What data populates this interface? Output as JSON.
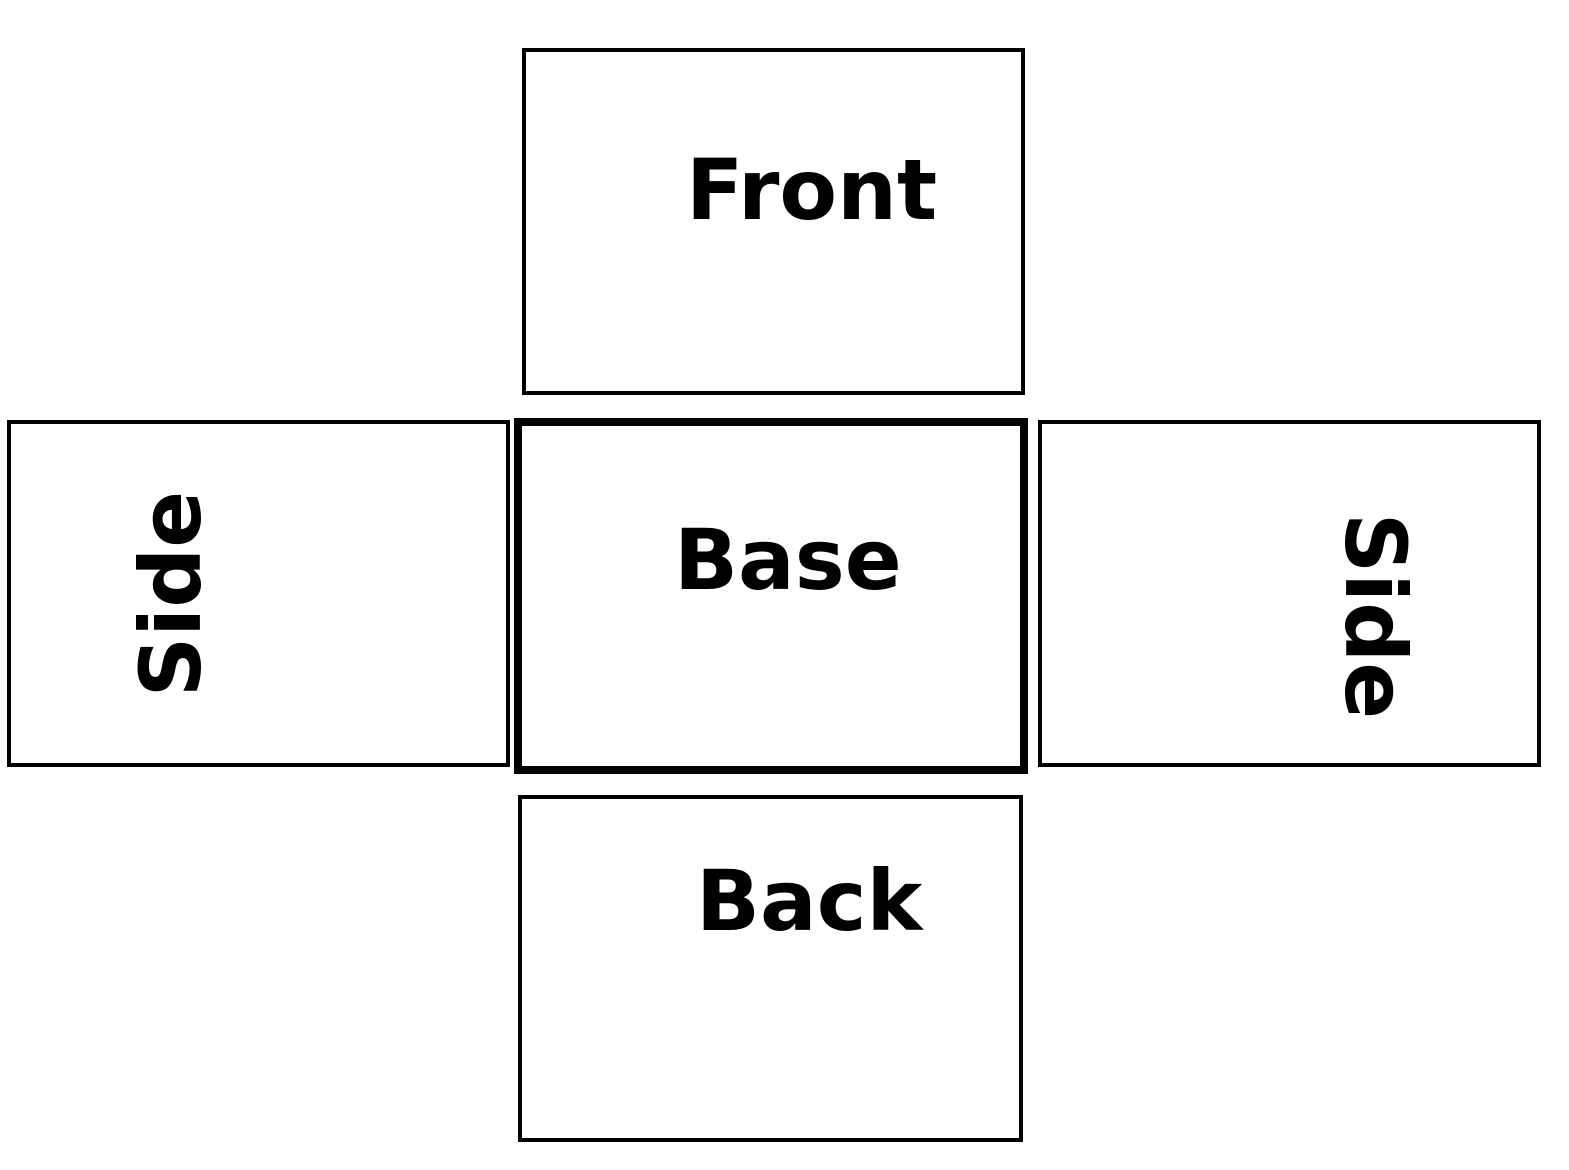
{
  "diagram": {
    "panels": {
      "front": {
        "label": "Front"
      },
      "base": {
        "label": "Base"
      },
      "side_left": {
        "label": "Side"
      },
      "side_right": {
        "label": "Side"
      },
      "back": {
        "label": "Back"
      }
    },
    "colors": {
      "stroke": "#000000",
      "fill": "#ffffff",
      "text": "#000000"
    }
  }
}
